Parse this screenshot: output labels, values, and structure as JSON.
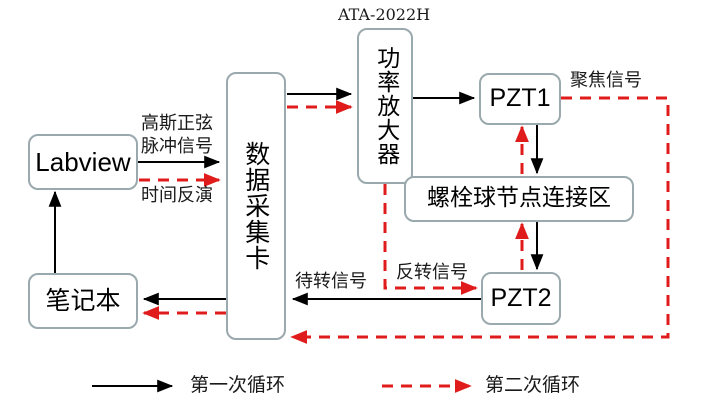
{
  "diagram": {
    "title_note": "ATA-2022H",
    "nodes": {
      "labview": "Labview",
      "laptop": "笔记本",
      "daq": "数据采集卡",
      "amplifier": "功率放大器",
      "pzt1": "PZT1",
      "pzt2": "PZT2",
      "joint": "螺栓球节点连接区"
    },
    "edge_labels": {
      "gaussian_pulse_line1": "高斯正弦",
      "gaussian_pulse_line2": "脉冲信号",
      "time_reversal": "时间反演",
      "pending_signal": "待转信号",
      "reversed_signal": "反转信号",
      "focus_signal": "聚焦信号"
    },
    "legend": [
      {
        "style": "solid",
        "color": "#000000",
        "label": "第一次循环"
      },
      {
        "style": "dashed",
        "color": "#e01b1b",
        "label": "第二次循环"
      }
    ],
    "colors": {
      "node_border": "#9aa9ad",
      "first_cycle": "#000000",
      "second_cycle": "#e01b1b",
      "background": "#ffffff",
      "text": "#1a1a1a"
    }
  }
}
